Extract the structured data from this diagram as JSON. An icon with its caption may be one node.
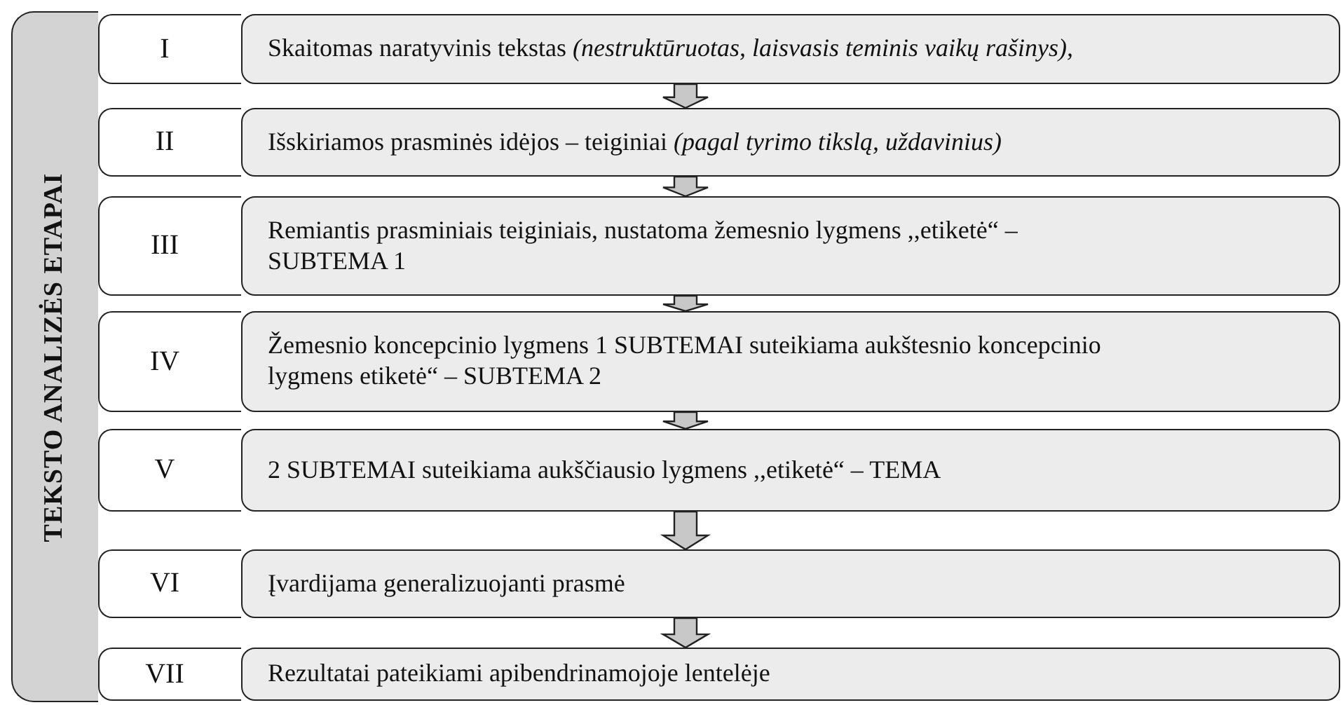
{
  "diagram": {
    "nodes": [
      {
        "text": [
          "TEKSTO ANALIZĖS ETAPAI"
        ]
      },
      {
        "text": [
          "I"
        ]
      },
      {
        "text": [
          "Skaitomas naratyvinis tekstas *(nestruktūruotas, laisvasis teminis vaikų rašinys),*"
        ]
      },
      {
        "text": [
          "II"
        ]
      },
      {
        "text": [
          "Išskiriamos prasminės idėjos – teiginiai *(pagal tyrimo tikslą, uždavinius)*"
        ]
      },
      {
        "text": [
          "III"
        ]
      },
      {
        "text": [
          "Remiantis prasminiais teiginiais, nustatoma žemesnio lygmens ,,etiketė“ – SUBTEMA 1"
        ]
      },
      {
        "text": [
          "IV"
        ]
      },
      {
        "text": [
          "Žemesnio koncepcinio lygmens 1 SUBTEMAI suteikiama aukštesnio koncepcinio lygmens etiketė“ – SUBTEMA 2"
        ]
      },
      {
        "text": [
          "V"
        ]
      },
      {
        "text": [
          "2 SUBTEMAI suteikiama aukščiausio lygmens ,,etiketė“ – TEMA"
        ]
      },
      {
        "text": [
          "VI"
        ]
      },
      {
        "text": [
          "Įvardijama generalizuojanti prasmė"
        ]
      },
      {
        "text": [
          "VII"
        ]
      },
      {
        "text": [
          "Rezultatai pateikiami apibendrinamojoje lentelėje"
        ]
      }
    ],
    "edges": [
      {
        "from": 2,
        "to": 4,
        "arrow": "to"
      },
      {
        "from": 4,
        "to": 6,
        "arrow": "to"
      },
      {
        "from": 6,
        "to": 8,
        "arrow": "to"
      },
      {
        "from": 8,
        "to": 10,
        "arrow": "to"
      },
      {
        "from": 10,
        "to": 12,
        "arrow": "to"
      },
      {
        "from": 12,
        "to": 14,
        "arrow": "to"
      }
    ]
  }
}
